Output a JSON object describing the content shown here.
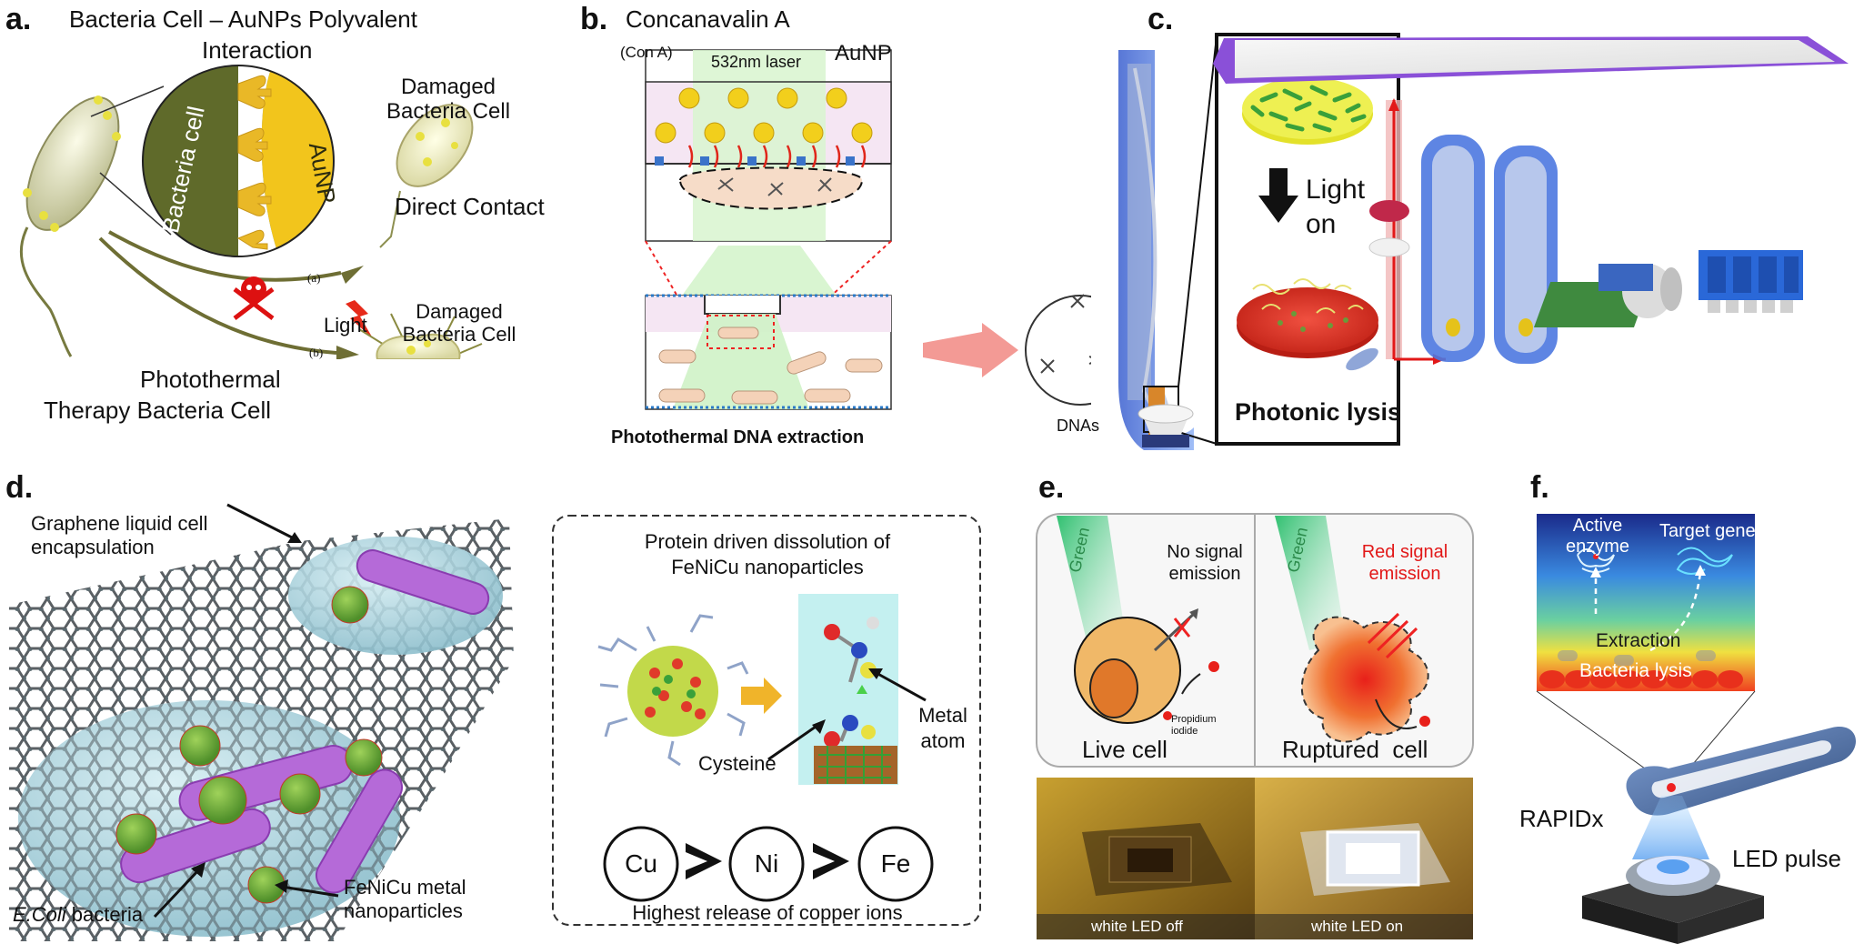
{
  "panel_a": {
    "label": "a.",
    "title_line1": "Bacteria Cell – AuNPs Polyvalent",
    "title_line2": "Interaction",
    "bacteria_cell": "Bacteria cell",
    "aunp": "AuNP",
    "damaged_top": "Damaged Bacteria Cell",
    "direct_contact": "Direct Contact",
    "path_a": "(a)",
    "path_b": "(b)",
    "light": "Light",
    "damaged_bottom": "Damaged Bacteria Cell",
    "photothermal_line1": "Photothermal",
    "photothermal_line2": "Therapy Bacteria Cell"
  },
  "panel_b": {
    "label": "b.",
    "title": "Concanavalin A",
    "con_a": "(Con A)",
    "laser": "532nm laser",
    "aunp": "AuNP",
    "caption": "Photothermal DNA extraction",
    "dnas": "DNAs"
  },
  "panel_c": {
    "label": "c.",
    "light_on": "Light on",
    "photonic_lysis": "Photonic lysis"
  },
  "panel_d": {
    "label": "d.",
    "graphene_line1": "Graphene liquid cell",
    "graphene_line2": "encapsulation",
    "ecoli_italic": "E.Coli",
    "ecoli_rest": " bacteria",
    "np_line1": "FeNiCu metal",
    "np_line2": "nanoparticles",
    "box_title_line1": "Protein driven dissolution of",
    "box_title_line2": "FeNiCu nanoparticles",
    "metal_atom": "Metal atom",
    "cysteine": "Cysteine",
    "cu": "Cu",
    "ni": "Ni",
    "fe": "Fe",
    "release": "Highest release of copper ions"
  },
  "panel_e": {
    "label": "e.",
    "green_left": "Green",
    "green_right": "Green",
    "no_signal": "No signal emission",
    "red_signal": "Red signal emission",
    "propidium": "Propidium iodide",
    "live_cell": "Live cell",
    "ruptured_cell": "Ruptured  cell",
    "led_off": "white LED off",
    "led_on": "white LED on"
  },
  "panel_f": {
    "label": "f.",
    "active_enzyme": "Active enzyme",
    "target_gene": "Target gene",
    "extraction": "Extraction",
    "bacteria_lysis": "Bacteria lysis",
    "rapidx": "RAPIDx",
    "led_pulse": "LED pulse"
  },
  "colors": {
    "olive": "#6b6b2e",
    "gold": "#f0c419",
    "laser_green": "#b9f0b0",
    "device_blue": "#4f7de8",
    "lysis_red": "#e23a2a",
    "purple": "#a060c8"
  }
}
